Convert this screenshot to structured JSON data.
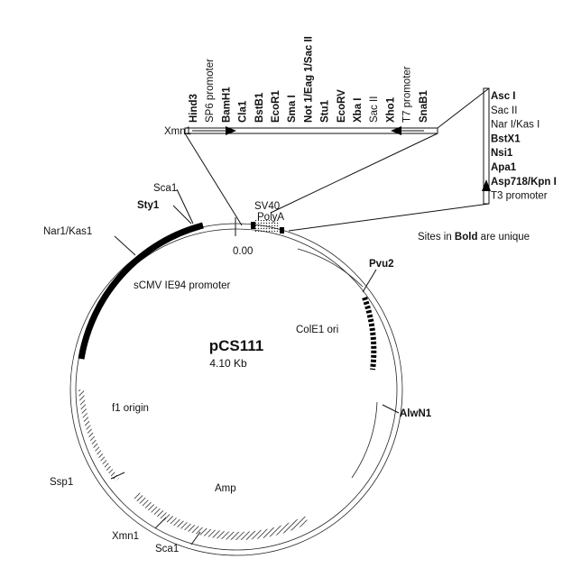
{
  "plasmid": {
    "name": "pCS111",
    "size": "4.10 Kb",
    "origin_label": "0.00"
  },
  "features": {
    "cmv": "sCMV IE94 promoter",
    "sv40": "SV40",
    "polya": "PolyA",
    "cole1": "ColE1 ori",
    "f1": "f1 origin",
    "amp": "Amp"
  },
  "outer_sites": {
    "xmn1_top": "Xmn1",
    "sca1_top": "Sca1",
    "sty1": "Sty1",
    "nar1": "Nar1/Kas1",
    "pvu2": "Pvu2",
    "alwn1": "AlwN1",
    "ssp1": "Ssp1",
    "xmn1_bottom": "Xmn1",
    "sca1_bottom": "Sca1"
  },
  "mcs_top": [
    {
      "label": "Hind3",
      "bold": true
    },
    {
      "label": "SP6 promoter",
      "bold": false
    },
    {
      "label": "BamH1",
      "bold": true
    },
    {
      "label": "Cla1",
      "bold": true
    },
    {
      "label": "BstB1",
      "bold": true
    },
    {
      "label": "EcoR1",
      "bold": true
    },
    {
      "label": "Sma I",
      "bold": true
    },
    {
      "label": "Not 1/Eag 1/Sac II",
      "bold": true
    },
    {
      "label": "Stu1",
      "bold": true
    },
    {
      "label": "EcoRV",
      "bold": true
    },
    {
      "label": "Xba I",
      "bold": true
    },
    {
      "label": "Sac II",
      "bold": false
    },
    {
      "label": "Xho1",
      "bold": true
    },
    {
      "label": "T7 promoter",
      "bold": false
    },
    {
      "label": "SnaB1",
      "bold": true
    }
  ],
  "mcs_right": [
    {
      "label": "Asc I",
      "bold": true
    },
    {
      "label": "Sac II",
      "bold": false
    },
    {
      "label": "Nar I/Kas I",
      "bold": false
    },
    {
      "label": "BstX1",
      "bold": true
    },
    {
      "label": "Nsi1",
      "bold": true
    },
    {
      "label": "Apa1",
      "bold": true
    },
    {
      "label": "Asp718/Kpn I",
      "bold": true
    },
    {
      "label": "T3 promoter",
      "bold": false
    }
  ],
  "legend": {
    "prefix": "Sites in ",
    "bold_word": "Bold",
    "suffix": " are unique"
  }
}
